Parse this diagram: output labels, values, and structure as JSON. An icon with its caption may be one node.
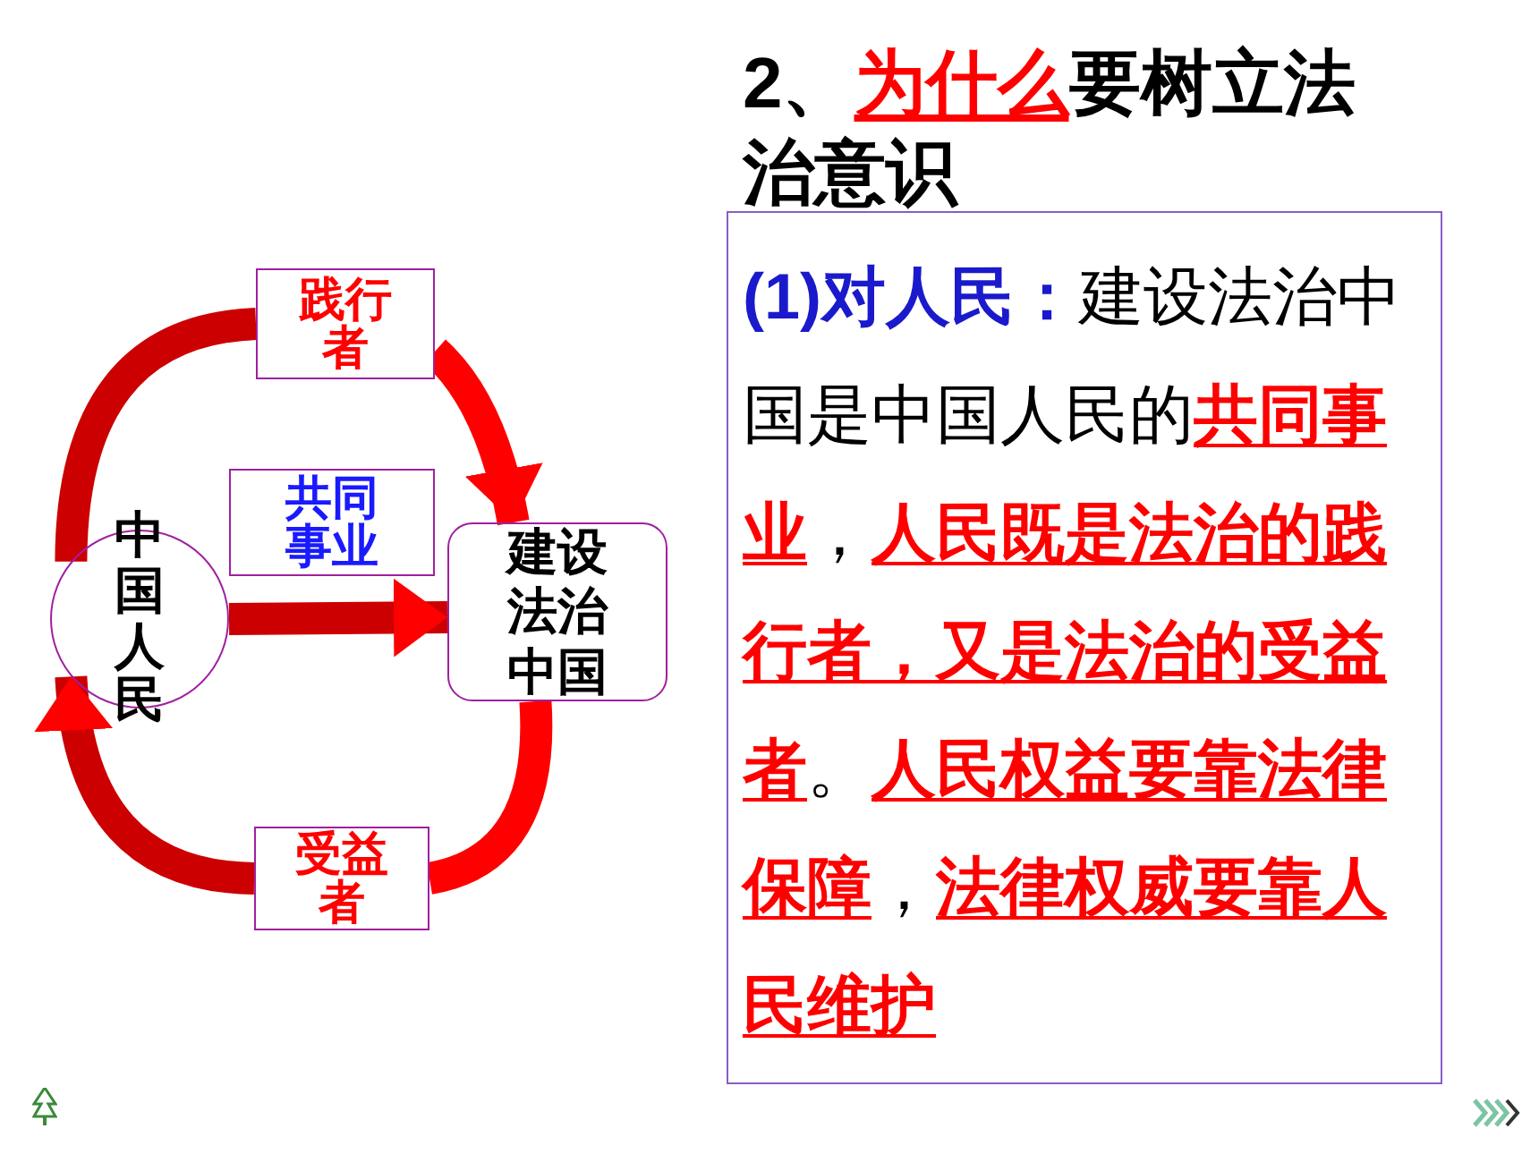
{
  "diagram": {
    "title": "2、**为什么**要树立法治意识",
    "nodes": [
      {
        "text": [
          "中国人民"
        ]
      },
      {
        "text": [
          "建设法治中国"
        ]
      },
      {
        "text": [
          "践行者"
        ]
      },
      {
        "text": [
          "共同事业"
        ]
      },
      {
        "text": [
          "受益者"
        ]
      },
      {
        "text": [
          "(1)对人民：",
          "建设法治中国是中国人民的**共同事业**，**人民既是法治的践行者，又是法治的受益者**。**人民权益要靠法律保障**，**法律权威要靠人民维护**"
        ]
      }
    ],
    "edges": [
      {
        "from": 0,
        "to": 2,
        "arrow": "none"
      },
      {
        "from": 2,
        "to": 1,
        "arrow": "to"
      },
      {
        "from": 0,
        "to": 1,
        "arrow": "to"
      },
      {
        "from": 1,
        "to": 4,
        "arrow": "none"
      },
      {
        "from": 4,
        "to": 0,
        "arrow": "to"
      }
    ]
  }
}
